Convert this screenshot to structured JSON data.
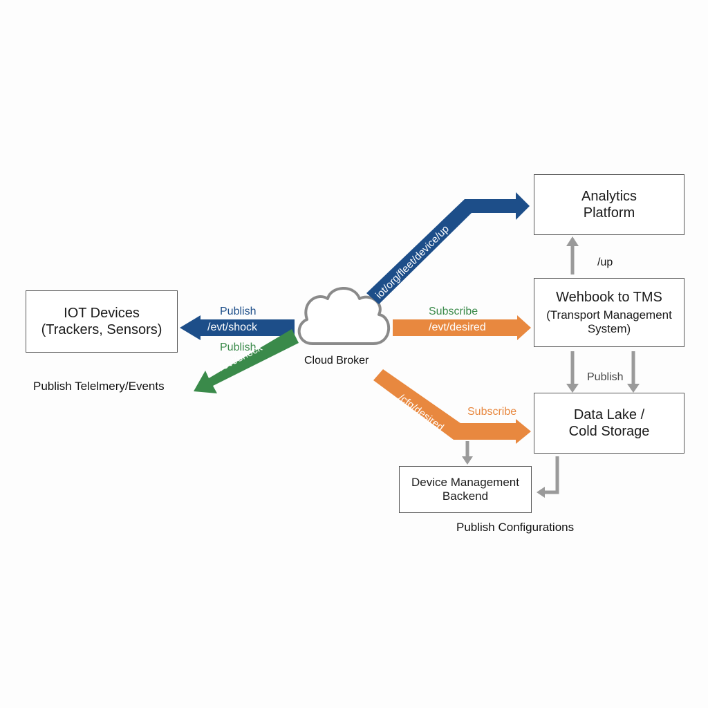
{
  "colors": {
    "blue": "#1d4e89",
    "green": "#3a8a4a",
    "orange": "#e8883f",
    "gray": "#9a9a9a"
  },
  "cloud": {
    "label": "Cloud Broker",
    "icon": "cloud-icon"
  },
  "nodes": {
    "iot_devices": {
      "line1": "IOT Devices",
      "line2": "(Trackers, Sensors)"
    },
    "analytics": {
      "line1": "Analytics",
      "line2": "Platform"
    },
    "webhook": {
      "line1": "Wehbook to TMS",
      "line2": "(Transport Management",
      "line3": "System)"
    },
    "datalake": {
      "line1": "Data Lake /",
      "line2": "Cold Storage"
    },
    "device_mgmt": {
      "line1": "Device Management",
      "line2": "Backend"
    }
  },
  "edges": {
    "blue_publish": {
      "action": "Publish",
      "topic": "/evt/shock"
    },
    "green_publish": {
      "action": "Publish",
      "topic": "/evt/shock"
    },
    "analytics_topic": {
      "topic": "iot/org/fleet/device/up"
    },
    "orange_subscribe": {
      "action": "Subscribe",
      "topic": "/evt/desired"
    },
    "cfg": {
      "action": "Subscribe",
      "topic": "/cfg/desired"
    },
    "webhook_up": {
      "topic": "/up"
    },
    "gray_publish": {
      "action": "Publish"
    }
  },
  "captions": {
    "telemetry": "Publish Telelmery/Events",
    "configurations": "Publish Configurations"
  }
}
